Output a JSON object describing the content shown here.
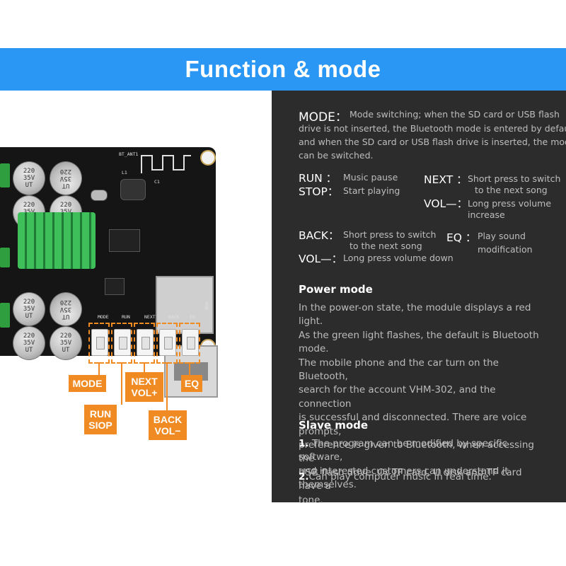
{
  "header": {
    "title": "Function & mode"
  },
  "board": {
    "cap_texts": [
      [
        "220",
        "35V",
        "UT"
      ],
      [
        "UT",
        "35V",
        "220"
      ],
      [
        "220",
        "35V",
        "UT"
      ],
      [
        "220",
        "35V",
        "UT"
      ],
      [
        "220",
        "35V",
        "UT"
      ],
      [
        "UT",
        "35V",
        "220"
      ],
      [
        "220",
        "35V",
        "UT"
      ],
      [
        "220",
        "35V",
        "UT"
      ]
    ],
    "silkscreen": [
      "BT_ANT1",
      "MODE",
      "RUN",
      "NEXT",
      "BACK",
      "EQ",
      "L1",
      "C1",
      "USB"
    ]
  },
  "callouts": {
    "mode": "MODE",
    "next_vol_plus": [
      "NEXT",
      "VOL+"
    ],
    "eq": "EQ",
    "run_stop": [
      "RUN",
      "SIOP"
    ],
    "back_vol_minus": [
      "BACK",
      "VOL−"
    ]
  },
  "panel": {
    "mode_label": "MODE：",
    "mode_desc_lines": [
      "Mode switching; when the SD card or USB flash",
      "drive is not inserted, the Bluetooth mode is entered by default,",
      "and when the SD card or USB flash drive is inserted, the mode",
      "can be switched."
    ],
    "run_label": "RUN ：",
    "run_desc": "Music pause",
    "stop_label": "STOP：",
    "stop_desc": "Start playing",
    "next_label": "NEXT ：",
    "next_desc_lines": [
      "Short press to switch",
      "to the next song"
    ],
    "volplus_label": "VOL—：",
    "volplus_desc_lines": [
      "Long press volume",
      "increase"
    ],
    "back_label": "BACK：",
    "back_desc_lines": [
      "Short press to switch",
      "to the next song"
    ],
    "volminus_label": "VOL—：",
    "volminus_desc": "Long press volume down",
    "eq_label": "EQ ：",
    "eq_desc_lines": [
      "Play sound",
      "modification"
    ],
    "power_title": "Power mode",
    "power_lines": [
      "In the power-on state, the module displays a red light.",
      "As the green light flashes, the default is Bluetooth mode.",
      "The mobile phone and the car turn on the Bluetooth,",
      "search for the account VHM-302, and the connection",
      "is successful and disconnected. There are voice prompts,",
      "preference is given to Bluetooth, when accessing the",
      "USB flash drive. Or TF card, U disk and TF card have a",
      "tone."
    ],
    "slave_title": "Slave mode",
    "slave_item1_num": "1.",
    "slave_item1_lines": [
      " The program can be modified by specific software,",
      "and interested customers can understand it themselves."
    ],
    "slave_item2_num": "2.",
    "slave_item2_text": "Can play computer music in real time."
  }
}
